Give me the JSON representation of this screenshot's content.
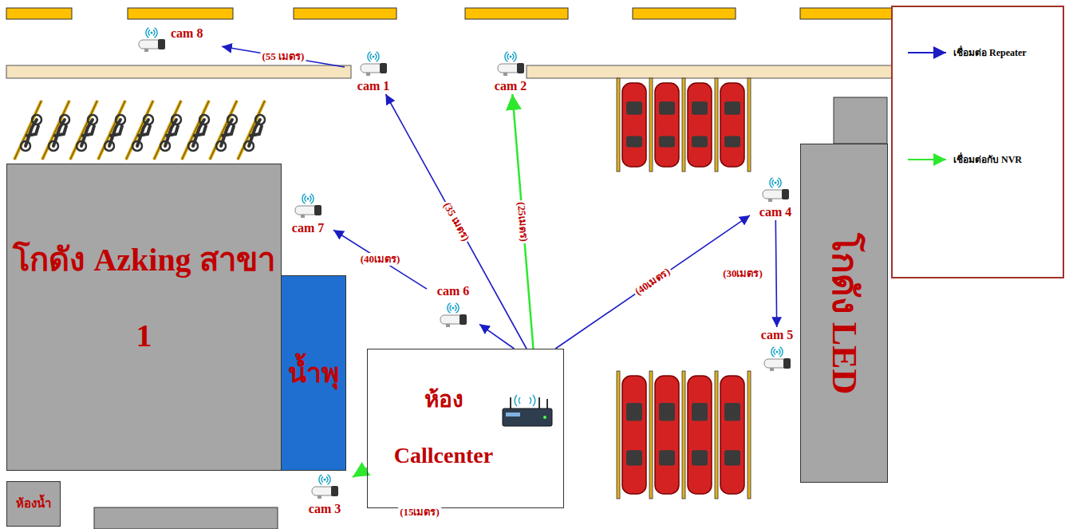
{
  "diagram": {
    "nodes": [
      {
        "text": [
          "cam 8"
        ]
      },
      {
        "text": [
          "cam 1"
        ]
      },
      {
        "text": [
          "cam 2"
        ]
      },
      {
        "text": [
          "โกดัง Azking สาขา 1"
        ]
      },
      {
        "text": [
          "cam 7"
        ]
      },
      {
        "text": [
          "cam 4"
        ]
      },
      {
        "text": [
          "cam 6"
        ]
      },
      {
        "text": [
          "น้ำพุ"
        ]
      },
      {
        "text": [
          "ห้อง Callcenter"
        ]
      },
      {
        "text": [
          "cam 5"
        ]
      },
      {
        "text": [
          "โกดัง LED"
        ]
      },
      {
        "text": [
          "ห้องน้ำ"
        ]
      },
      {
        "text": [
          "cam 3"
        ]
      }
    ],
    "edges": [
      {
        "from": 1,
        "to": 0,
        "arrow": "to",
        "label": "(55 เมตร)"
      },
      {
        "from": 8,
        "to": 1,
        "arrow": "to",
        "label": "(35 เมตร)"
      },
      {
        "from": 8,
        "to": 2,
        "arrow": "to",
        "label": "(25เมตร)"
      },
      {
        "from": 8,
        "to": 5,
        "arrow": "to",
        "label": "(40เมตร)"
      },
      {
        "from": 8,
        "to": 6,
        "arrow": "to"
      },
      {
        "from": 6,
        "to": 4,
        "arrow": "to",
        "label": "(40เมตร)"
      },
      {
        "from": 5,
        "to": 9,
        "arrow": "to",
        "label": "(30เมตร)"
      },
      {
        "from": 8,
        "to": 12,
        "arrow": "to",
        "label": "(15เมตร)"
      }
    ],
    "legend": [
      {
        "text": "เชื่อมต่อ Repeater"
      },
      {
        "text": "เชื่อมต่อกับ NVR"
      }
    ]
  }
}
